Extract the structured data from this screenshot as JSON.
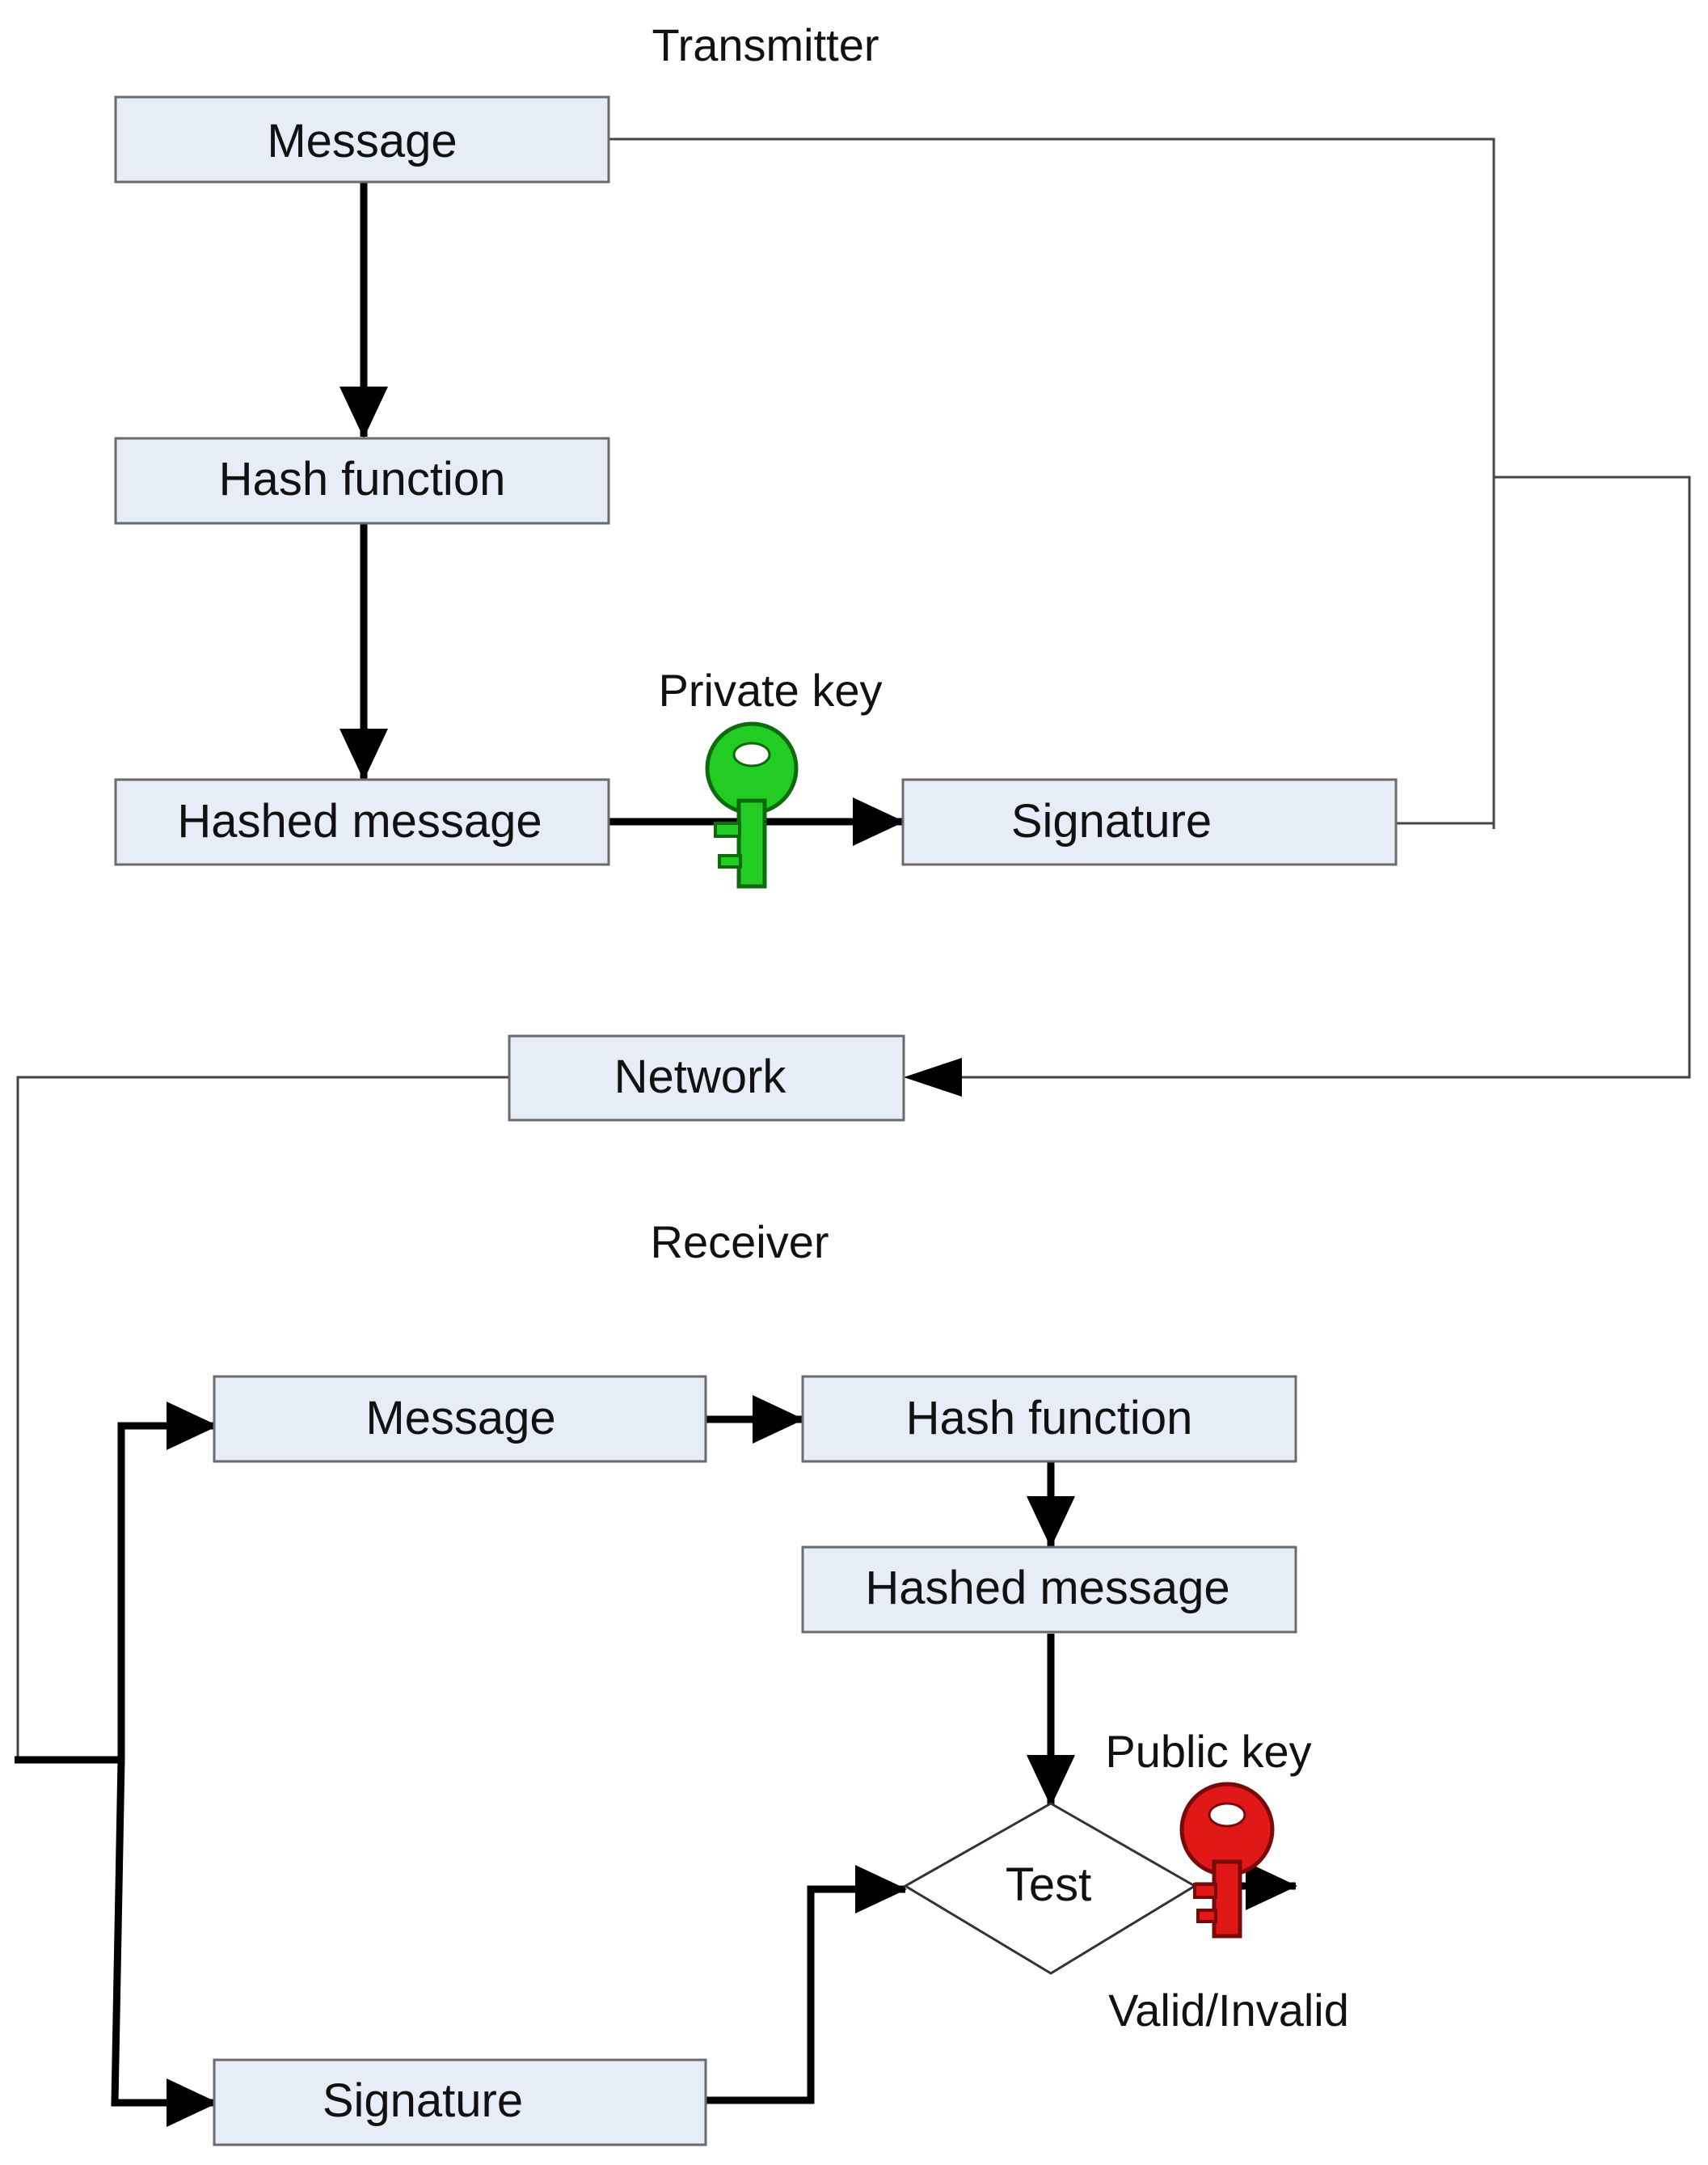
{
  "transmitter": {
    "title": "Transmitter",
    "message": "Message",
    "hash_function": "Hash function",
    "hashed_message": "Hashed message",
    "private_key_label": "Private key",
    "signature": "Signature"
  },
  "network": "Network",
  "receiver": {
    "title": "Receiver",
    "message": "Message",
    "hash_function": "Hash function",
    "hashed_message": "Hashed message",
    "public_key_label": "Public key",
    "test": "Test",
    "result_label": "Valid/Invalid",
    "signature": "Signature"
  },
  "icons": {
    "private_key": "key-icon",
    "public_key": "key-icon"
  },
  "colors": {
    "box_fill": "#e6edf6",
    "box_stroke": "#6b6b6b",
    "private_key": "#22cc22",
    "public_key": "#e01818"
  }
}
